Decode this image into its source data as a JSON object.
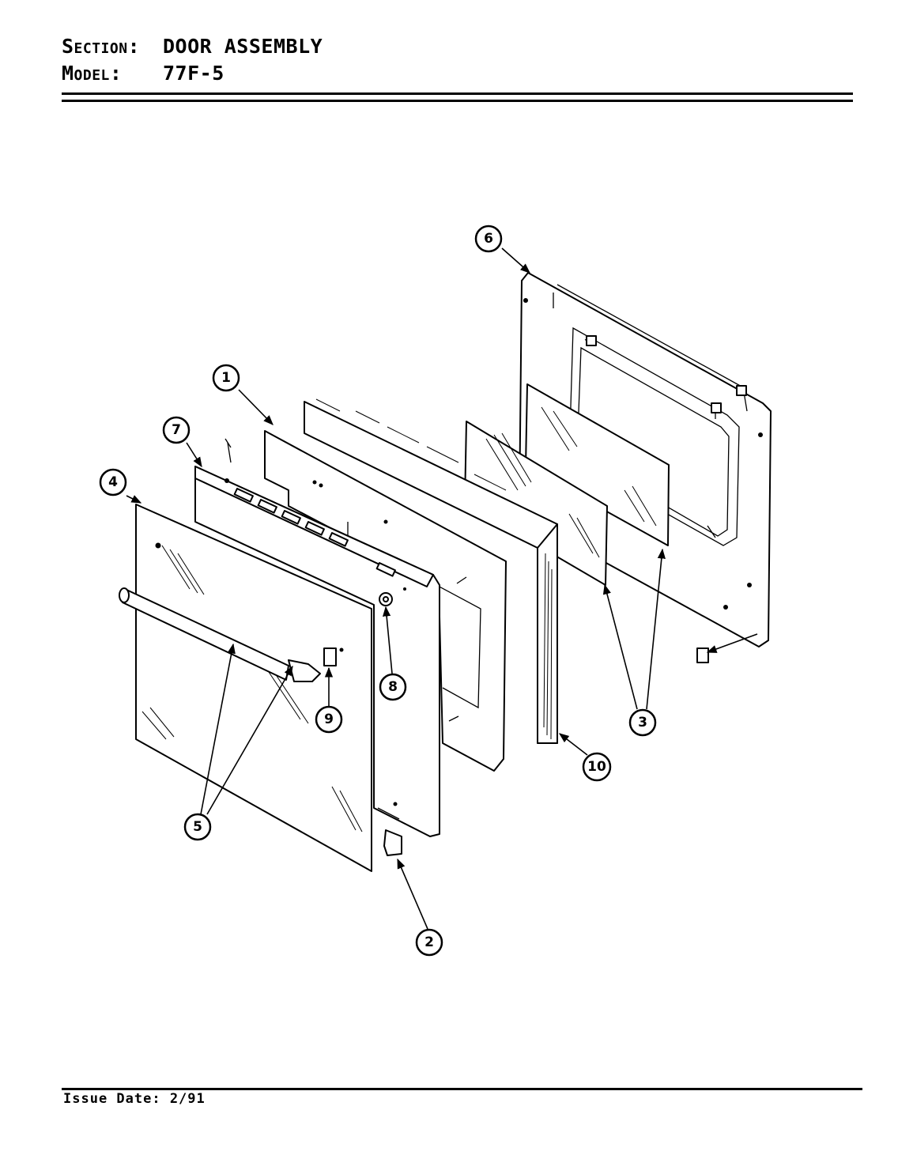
{
  "header": {
    "section_label": "Section:",
    "section_value": "DOOR ASSEMBLY",
    "model_label": "Model:",
    "model_value": "77F-5"
  },
  "footer": {
    "issue_date": "Issue Date: 2/91"
  },
  "callouts": [
    "1",
    "2",
    "3",
    "4",
    "5",
    "6",
    "7",
    "8",
    "9",
    "10"
  ]
}
